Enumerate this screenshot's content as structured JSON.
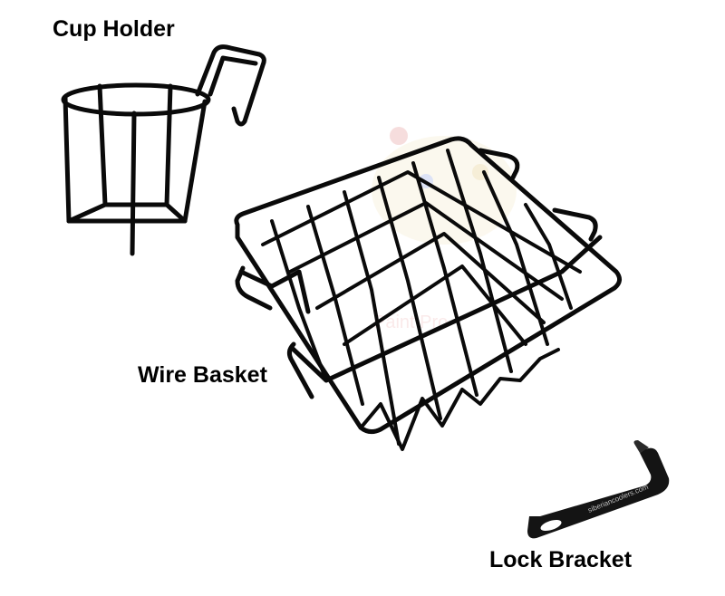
{
  "labels": {
    "cup_holder": "Cup Holder",
    "wire_basket": "Wire Basket",
    "lock_bracket": "Lock Bracket"
  },
  "bracket_engraving": "siberiancoolers.com",
  "watermark": "Paint Pro",
  "colors": {
    "background": "#ffffff",
    "wire": "#0a0a0a",
    "label_text": "#000000",
    "bracket": "#141414"
  }
}
